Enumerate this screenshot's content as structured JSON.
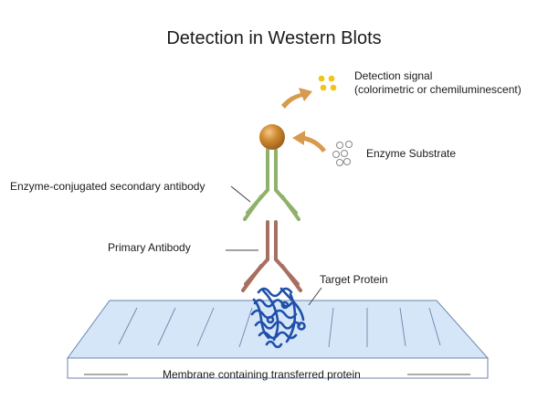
{
  "title": "Detection in Western Blots",
  "labels": {
    "detection_signal_line1": "Detection signal",
    "detection_signal_line2": "(colorimetric or chemiluminescent)",
    "enzyme_substrate": "Enzyme Substrate",
    "secondary_antibody": "Enzyme-conjugated secondary antibody",
    "primary_antibody": "Primary Antibody",
    "target_protein": "Target Protein",
    "membrane": "Membrane containing transferred protein"
  },
  "colors": {
    "secondary_antibody": "#8fb26a",
    "primary_antibody": "#a86f60",
    "enzyme": "#c9862a",
    "arrow": "#d79a4f",
    "signal": "#f0c419",
    "membrane_fill": "#d5e6f9",
    "membrane_stroke": "#6d86a8",
    "protein": "#1f4fa8"
  }
}
